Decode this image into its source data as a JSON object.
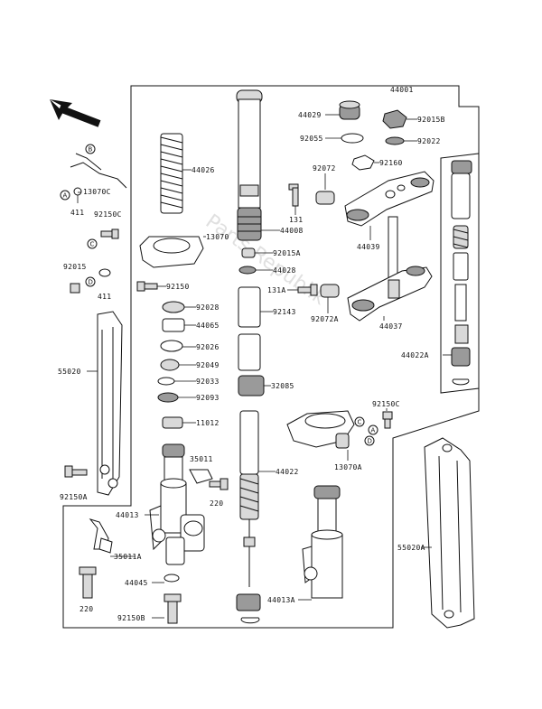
{
  "watermark": "Parts Republik",
  "labels": {
    "l44001": "44001",
    "l44029": "44029",
    "l92015B": "92015B",
    "l92055": "92055",
    "l92022": "92022",
    "l92072": "92072",
    "l92160": "92160",
    "l44026": "44026",
    "l131": "131",
    "l44039": "44039",
    "l13070C": "13070C",
    "l411a": "411",
    "l92150C_top": "92150C",
    "l13070": "13070",
    "l44008": "44008",
    "l92015A": "92015A",
    "l44028": "44028",
    "l92015": "92015",
    "l411b": "411",
    "l92150": "92150",
    "l92028": "92028",
    "l131A": "131A",
    "l92143": "92143",
    "l44065": "44065",
    "l92072A": "92072A",
    "l44037": "44037",
    "l92026": "92026",
    "l44022A": "44022A",
    "l55020": "55020",
    "l92049": "92049",
    "l92033": "92033",
    "l32085": "32085",
    "l92093": "92093",
    "l92150C_mid": "92150C",
    "l11012": "11012",
    "l13070A": "13070A",
    "l35011": "35011",
    "l44022": "44022",
    "l92150A": "92150A",
    "l220a": "220",
    "l44013": "44013",
    "l55020A": "55020A",
    "l35011A": "35011A",
    "l44045": "44045",
    "l44013A": "44013A",
    "l220b": "220",
    "l92150B": "92150B"
  },
  "callouts": {
    "B": "B",
    "A": "A",
    "C": "C",
    "D": "D",
    "A2": "A",
    "C2": "C",
    "D2": "D"
  }
}
